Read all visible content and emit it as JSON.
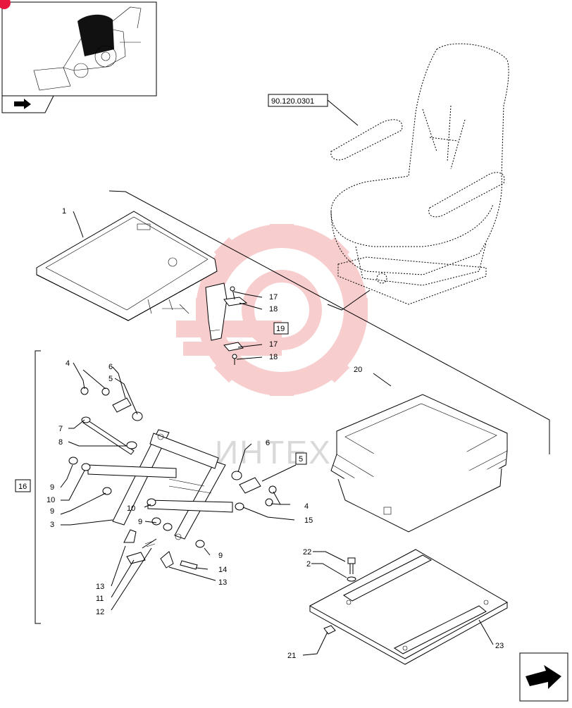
{
  "thumbnail": {
    "icon": "backhoe-loader-icon",
    "badge_color": "#e8173f"
  },
  "watermark": {
    "text": "ИНТЕХ",
    "color": "#f4a6a6"
  },
  "references": {
    "seat_assembly": "90.120.0301"
  },
  "callouts": {
    "c1": "1",
    "c2": "2",
    "c3": "3",
    "c4a": "4",
    "c4b": "4",
    "c5a": "5",
    "c5b": "5",
    "c6a": "6",
    "c6b": "6",
    "c7": "7",
    "c8": "8",
    "c9a": "9",
    "c9b": "9",
    "c9c": "9",
    "c9d": "9",
    "c10a": "10",
    "c10b": "10",
    "c11": "11",
    "c12": "12",
    "c13a": "13",
    "c13b": "13",
    "c14": "14",
    "c15": "15",
    "c16": "16",
    "c17a": "17",
    "c17b": "17",
    "c18a": "18",
    "c18b": "18",
    "c19": "19",
    "c20": "20",
    "c21": "21",
    "c22": "22",
    "c23": "23"
  }
}
